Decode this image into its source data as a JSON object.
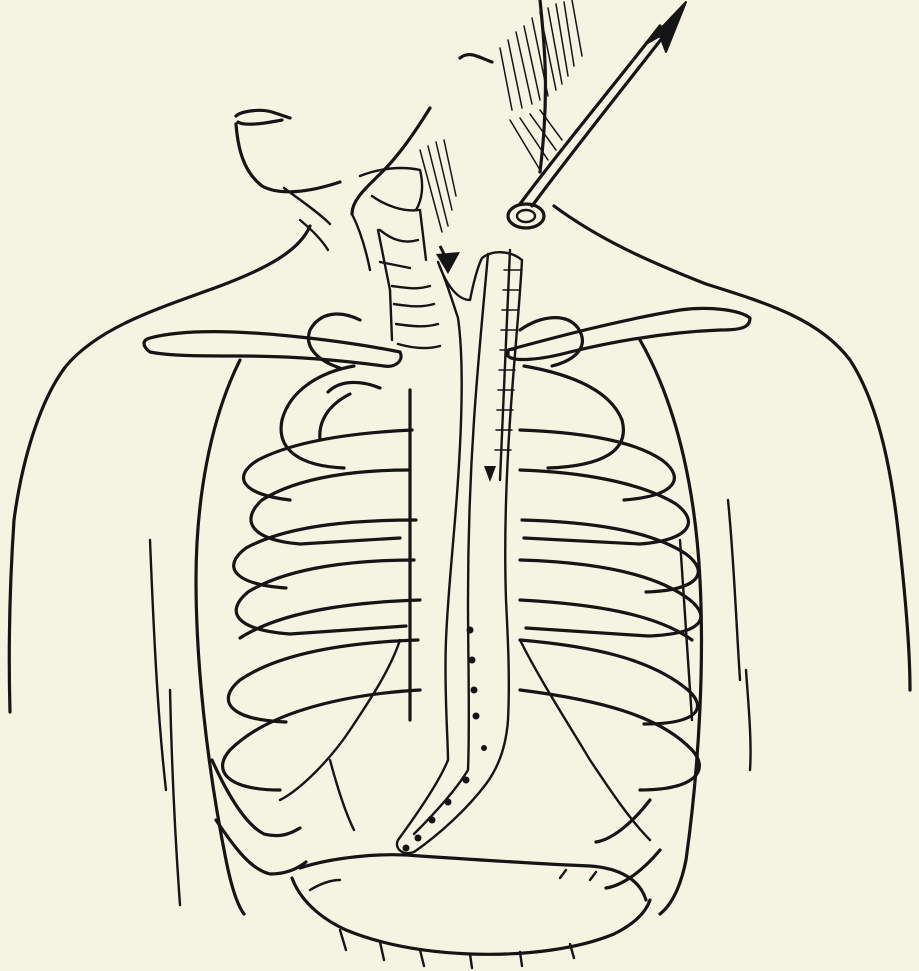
{
  "figure": {
    "background": "#f5f3e2",
    "ink": "#151515",
    "stipple": "#d8d6c6",
    "icons": [
      "torso-outline",
      "rib-cage",
      "clavicles",
      "trachea",
      "esophageal-tube",
      "stomach-outline",
      "withdrawal-arrow-icon",
      "flow-arrow-icon"
    ]
  }
}
